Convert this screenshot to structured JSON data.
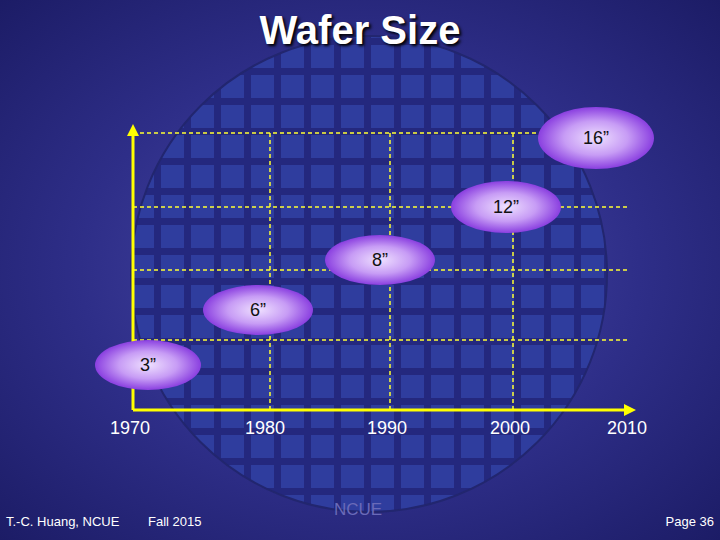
{
  "diagram": {
    "title": "Wafer Size",
    "nodes": [
      {
        "text": [
          "16”"
        ]
      },
      {
        "text": [
          "12”"
        ]
      },
      {
        "text": [
          "8”"
        ]
      },
      {
        "text": [
          "6”"
        ]
      },
      {
        "text": [
          "3”"
        ]
      }
    ],
    "labels": [
      "1970",
      "1980",
      "1990",
      "2000",
      "2010",
      "NCUE",
      "T.-C. Huang, NCUE",
      "Fall 2015",
      "Page 36"
    ]
  }
}
